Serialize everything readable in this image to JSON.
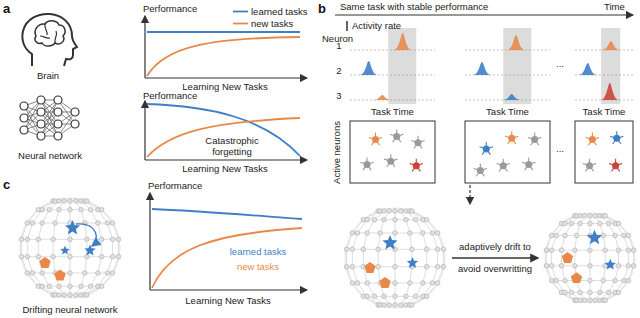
{
  "diagram": {
    "labels": [
      "a",
      "Brain",
      "Neural network",
      "Performance",
      "Learning New Tasks",
      "Performance",
      "Catastrophic forgetting",
      "Learning New Tasks",
      "b",
      "Same task with stable performance",
      "Time",
      "Activity rate",
      "Neuron",
      "1",
      "2",
      "3",
      "Task Time",
      "Task Time",
      "Task Time",
      "...",
      "Active neurons",
      "...",
      "adaptively drift to",
      "avoid overwritting",
      "c",
      "Drifting neural network",
      "Performance",
      "learned tasks",
      "new tasks",
      "Learning New Tasks"
    ],
    "legend": [
      {
        "text": "learned tasks"
      },
      {
        "text": "new tasks"
      }
    ]
  }
}
